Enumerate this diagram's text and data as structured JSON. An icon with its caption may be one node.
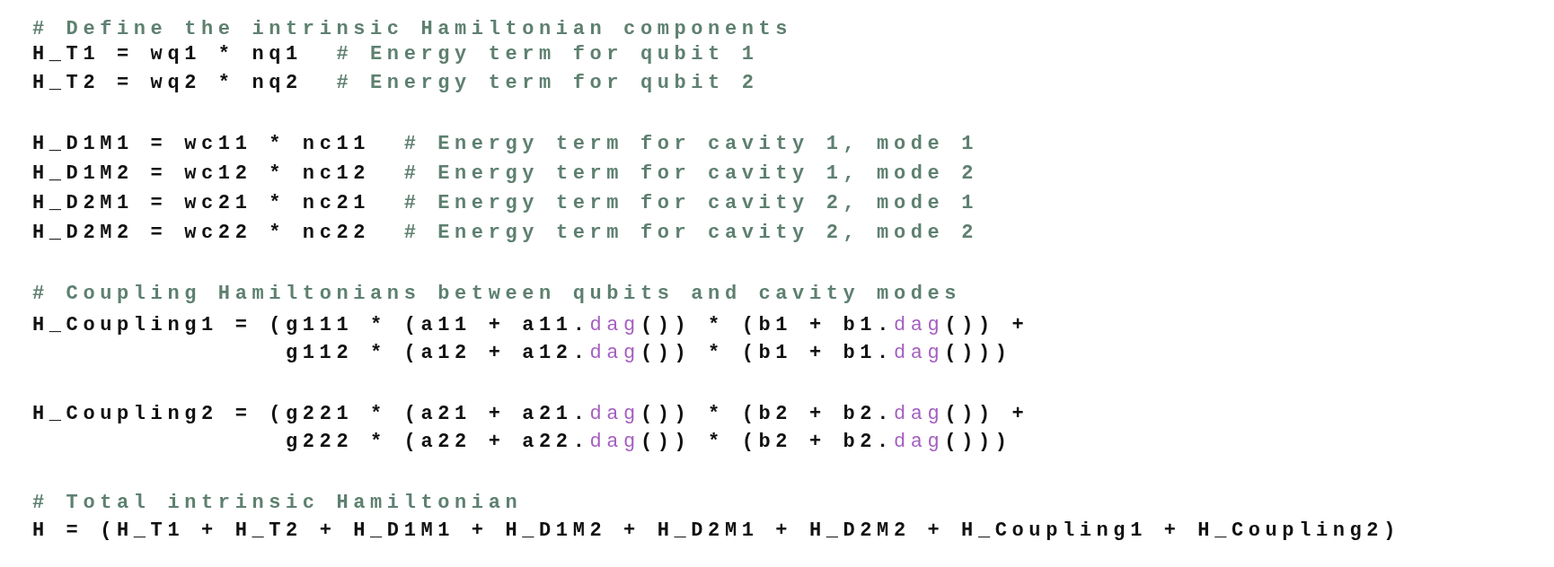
{
  "diagram": {
    "labels": [
      "# Define the intrinsic Hamiltonian components",
      "H_T1 = wq1 * nq1  # Energy term for qubit 1",
      "H_T2 = wq2 * nq2  # Energy term for qubit 2",
      "H_D1M1 = wc11 * nc11  # Energy term for cavity 1, mode 1",
      "H_D1M2 = wc12 * nc12  # Energy term for cavity 1, mode 2",
      "H_D2M1 = wc21 * nc21  # Energy term for cavity 2, mode 1",
      "H_D2M2 = wc22 * nc22  # Energy term for cavity 2, mode 2",
      "# Coupling Hamiltonians between qubits and cavity modes",
      "H_Coupling1 = (g111 * (a11 + a11.dag()) * (b1 + b1.dag()) +",
      "g112 * (a12 + a12.dag()) * (b1 + b1.dag()))",
      "H_Coupling2 = (g221 * (a21 + a21.dag()) * (b2 + b2.dag()) +",
      "g222 * (a22 + a22.dag()) * (b2 + b2.dag()))",
      "# Total intrinsic Hamiltonian",
      "H = (H_T1 + H_T2 + H_D1M1 + H_D1M2 + H_D2M1 + H_D2M2 + H_Coupling1 + H_Coupling2)"
    ]
  }
}
